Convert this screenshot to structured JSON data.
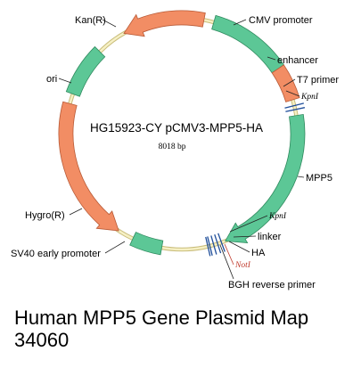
{
  "plasmid": {
    "name": "HG15923-CY pCMV3-MPP5-HA",
    "size": "8018 bp"
  },
  "colors": {
    "backbone": "#f0e8b0",
    "backbone_edge": "#c8bc7a",
    "green": "#5cc796",
    "green_edge": "#2f8a5e",
    "orange": "#f28d64",
    "orange_edge": "#b85a36",
    "site_line": "#1f4e9a"
  },
  "features": [
    {
      "name": "CMV promoter",
      "color": "green",
      "start_deg": 16,
      "end_deg": 56,
      "arrow": false
    },
    {
      "name": "enhancer",
      "color": "orange",
      "start_deg": 56,
      "end_deg": 73,
      "arrow": false
    },
    {
      "name": "MPP5",
      "color": "green",
      "start_deg": 81,
      "end_deg": 158,
      "arrow": true
    },
    {
      "name": "SV40 early promoter",
      "color": "green",
      "start_deg": 190,
      "end_deg": 205,
      "arrow": false
    },
    {
      "name": "Hygro(R)",
      "color": "orange",
      "start_deg": 213,
      "end_deg": 285,
      "arrow": true
    },
    {
      "name": "ori",
      "color": "green",
      "start_deg": 290,
      "end_deg": 315,
      "arrow": false
    },
    {
      "name": "Kan(R)",
      "color": "orange",
      "start_deg": 330,
      "end_deg": 11,
      "arrow": true
    }
  ],
  "sites": [
    {
      "name": "T7 primer",
      "deg": 76
    },
    {
      "name": "KpnI",
      "deg": 78
    },
    {
      "name": "KpnI",
      "deg": 160
    },
    {
      "name": "linker",
      "deg": 162
    },
    {
      "name": "HA",
      "deg": 164
    },
    {
      "name": "NotI",
      "deg": 166
    },
    {
      "name": "BGH reverse primer",
      "deg": 167
    }
  ],
  "labels": {
    "cmv": "CMV promoter",
    "enhancer": "enhancer",
    "t7": "T7 primer",
    "kpn_top": "KpnI",
    "mpp5": "MPP5",
    "kpn_bottom": "KpnI",
    "linker": "linker",
    "ha": "HA",
    "not1": "NotI",
    "bgh": "BGH reverse primer",
    "sv40": "SV40 early promoter",
    "hygro": "Hygro(R)",
    "ori": "ori",
    "kan": "Kan(R)"
  },
  "caption": {
    "line1": "Human MPP5 Gene Plasmid Map",
    "line2": "34060"
  }
}
